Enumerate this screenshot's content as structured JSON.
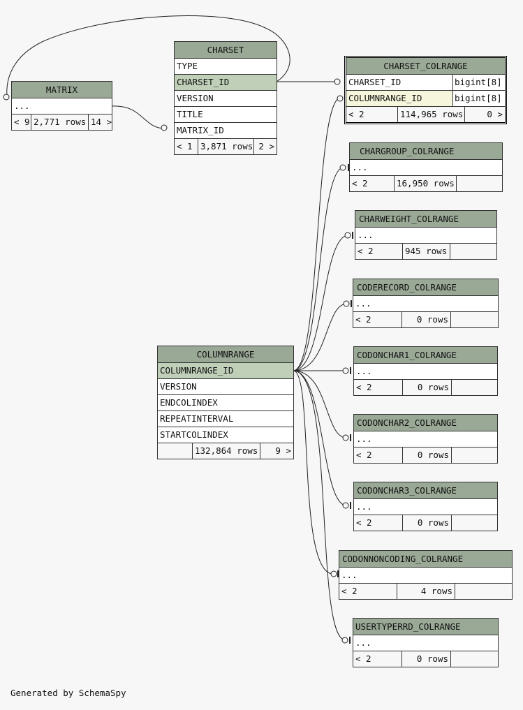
{
  "tables": {
    "matrix": {
      "name": "MATRIX",
      "columns": [
        "..."
      ],
      "footer": [
        "< 9",
        "2,771 rows",
        "14 >"
      ]
    },
    "charset": {
      "name": "CHARSET",
      "columns": [
        "TYPE",
        "CHARSET_ID",
        "VERSION",
        "TITLE",
        "MATRIX_ID"
      ],
      "footer": [
        "< 1",
        "3,871 rows",
        "2 >"
      ]
    },
    "charset_colrange": {
      "name": "CHARSET_COLRANGE",
      "columns": [
        {
          "name": "CHARSET_ID",
          "type": "bigint[8]"
        },
        {
          "name": "COLUMNRANGE_ID",
          "type": "bigint[8]"
        }
      ],
      "footer": [
        "< 2",
        "114,965 rows",
        "0 >"
      ]
    },
    "chargroup_colrange": {
      "name": "CHARGROUP_COLRANGE",
      "columns": [
        "..."
      ],
      "footer": [
        "< 2",
        "16,950 rows",
        ""
      ]
    },
    "charweight_colrange": {
      "name": "CHARWEIGHT_COLRANGE",
      "columns": [
        "..."
      ],
      "footer": [
        "< 2",
        "945 rows",
        ""
      ]
    },
    "coderecord_colrange": {
      "name": "CODERECORD_COLRANGE",
      "columns": [
        "..."
      ],
      "footer": [
        "< 2",
        "0 rows",
        ""
      ]
    },
    "codonchar1_colrange": {
      "name": "CODONCHAR1_COLRANGE",
      "columns": [
        "..."
      ],
      "footer": [
        "< 2",
        "0 rows",
        ""
      ]
    },
    "codonchar2_colrange": {
      "name": "CODONCHAR2_COLRANGE",
      "columns": [
        "..."
      ],
      "footer": [
        "< 2",
        "0 rows",
        ""
      ]
    },
    "codonchar3_colrange": {
      "name": "CODONCHAR3_COLRANGE",
      "columns": [
        "..."
      ],
      "footer": [
        "< 2",
        "0 rows",
        ""
      ]
    },
    "codonnoncoding_colrange": {
      "name": "CODONNONCODING_COLRANGE",
      "columns": [
        "..."
      ],
      "footer": [
        "< 2",
        "4 rows",
        ""
      ]
    },
    "usertyperrd_colrange": {
      "name": "USERTYPERRD_COLRANGE",
      "columns": [
        "..."
      ],
      "footer": [
        "< 2",
        "0 rows",
        ""
      ]
    },
    "columnrange": {
      "name": "COLUMNRANGE",
      "columns": [
        "COLUMNRANGE_ID",
        "VERSION",
        "ENDCOLINDEX",
        "REPEATINTERVAL",
        "STARTCOLINDEX"
      ],
      "footer": [
        "",
        "132,864 rows",
        "9 >"
      ]
    }
  },
  "credit": "Generated by SchemaSpy",
  "colors": {
    "header": "#9aa896",
    "primary_key": "#bfcfb8",
    "highlight": "#f6f6dc",
    "background": "#f7f7f7"
  }
}
